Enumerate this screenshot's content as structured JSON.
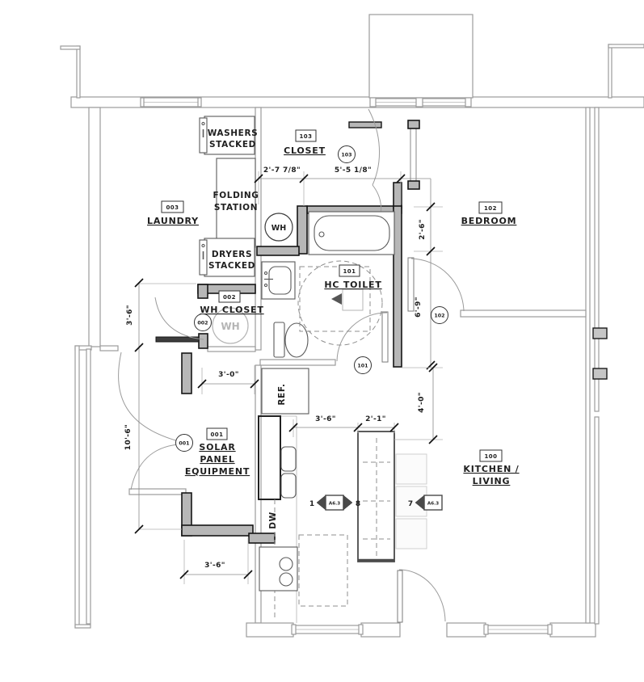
{
  "rooms": {
    "closet": {
      "tag": "103",
      "label": "CLOSET"
    },
    "laundry": {
      "tag": "003",
      "label": "LAUNDRY"
    },
    "bedroom": {
      "tag": "102",
      "label": "BEDROOM"
    },
    "hc_toilet": {
      "tag": "101",
      "label": "HC TOILET"
    },
    "wh_closet": {
      "tag": "002",
      "label": "WH CLOSET"
    },
    "solar": {
      "tag": "001",
      "line1": "SOLAR",
      "line2": "PANEL",
      "line3": "EQUIPMENT"
    },
    "kitchen_living": {
      "tag": "100",
      "line1": "KITCHEN /",
      "line2": "LIVING"
    }
  },
  "door_tags": {
    "closet": "103",
    "bedroom": "102",
    "toilet": "101",
    "wh_closet": "002",
    "solar": "001"
  },
  "dimensions": {
    "closet_width_left": "2'-7 7/8\"",
    "closet_width_right": "5'-5 1/8\"",
    "bedroom_offset": "2'-6\"",
    "bedroom_door": "6'-9\"",
    "wh_closet_depth": "3'-6\"",
    "hall_width": "3'-0\"",
    "solar_height": "10'-6\"",
    "solar_bottom_width": "3'-6\"",
    "counter_to_island": "3'-6\"",
    "island_width": "2'-1\"",
    "toilet_to_island": "4'-0\""
  },
  "appliances": {
    "washers_line1": "WASHERS",
    "washers_line2": "STACKED",
    "folding_line1": "FOLDING",
    "folding_line2": "STATION",
    "dryers_line1": "DRYERS",
    "dryers_line2": "STACKED",
    "water_heater": "WH",
    "fridge": "REF.",
    "dishwasher": "DW"
  },
  "section_markers": {
    "left": {
      "num_left": "1",
      "num_right": "8",
      "sheet": "A6.3"
    },
    "right": {
      "num": "7",
      "sheet": "A6.3"
    }
  },
  "colors": {
    "wall_light": "#9b9b9b",
    "wall_thick_fill": "#b7b7b7",
    "wall_thick_stroke": "#161616",
    "text": "#1f1f1f",
    "dashed": "#8f8f8f"
  }
}
